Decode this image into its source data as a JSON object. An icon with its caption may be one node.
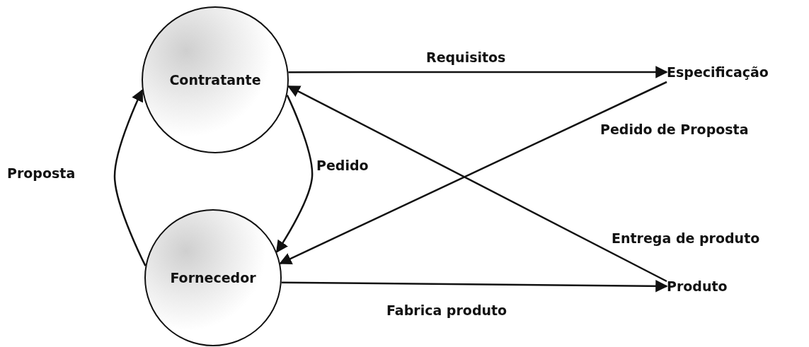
{
  "diagram": {
    "nodes": [
      {
        "text": [
          "Contratante"
        ]
      },
      {
        "text": [
          "Fornecedor"
        ]
      },
      {
        "text": [
          "Especificação"
        ]
      },
      {
        "text": [
          "Produto"
        ]
      }
    ],
    "edges": [
      {
        "from": 0,
        "to": 2,
        "arrow": "to",
        "label": "Requisitos"
      },
      {
        "from": 2,
        "to": 1,
        "arrow": "to",
        "label": "Pedido de Proposta"
      },
      {
        "from": 3,
        "to": 0,
        "arrow": "to",
        "label": "Entrega de produto"
      },
      {
        "from": 1,
        "to": 3,
        "arrow": "to",
        "label": "Fabrica produto"
      },
      {
        "from": 0,
        "to": 1,
        "arrow": "to",
        "label": "Pedido"
      },
      {
        "from": 1,
        "to": 0,
        "arrow": "to",
        "label": "Proposta"
      }
    ]
  }
}
